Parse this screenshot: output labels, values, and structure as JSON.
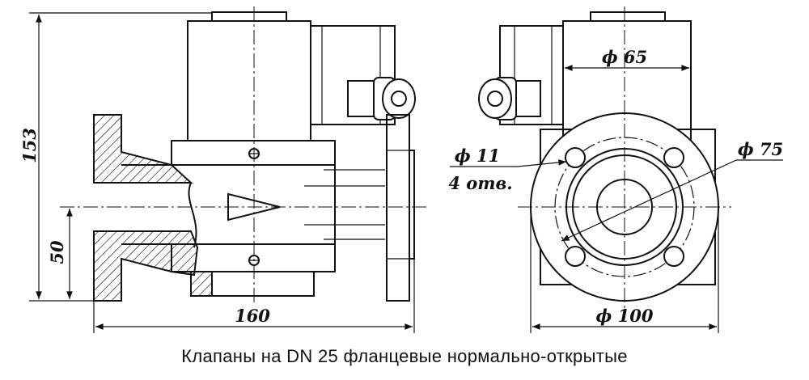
{
  "dimensions": {
    "height_total": "153",
    "height_axis": "50",
    "length": "160",
    "coil_width": "ϕ 65",
    "hole_dia": "ϕ 11",
    "hole_count": "4 отв.",
    "bolt_circle": "ϕ 75",
    "flange_dia": "ϕ 100"
  },
  "caption": "Клапаны  на  DN 25  фланцевые  нормально-открытые"
}
